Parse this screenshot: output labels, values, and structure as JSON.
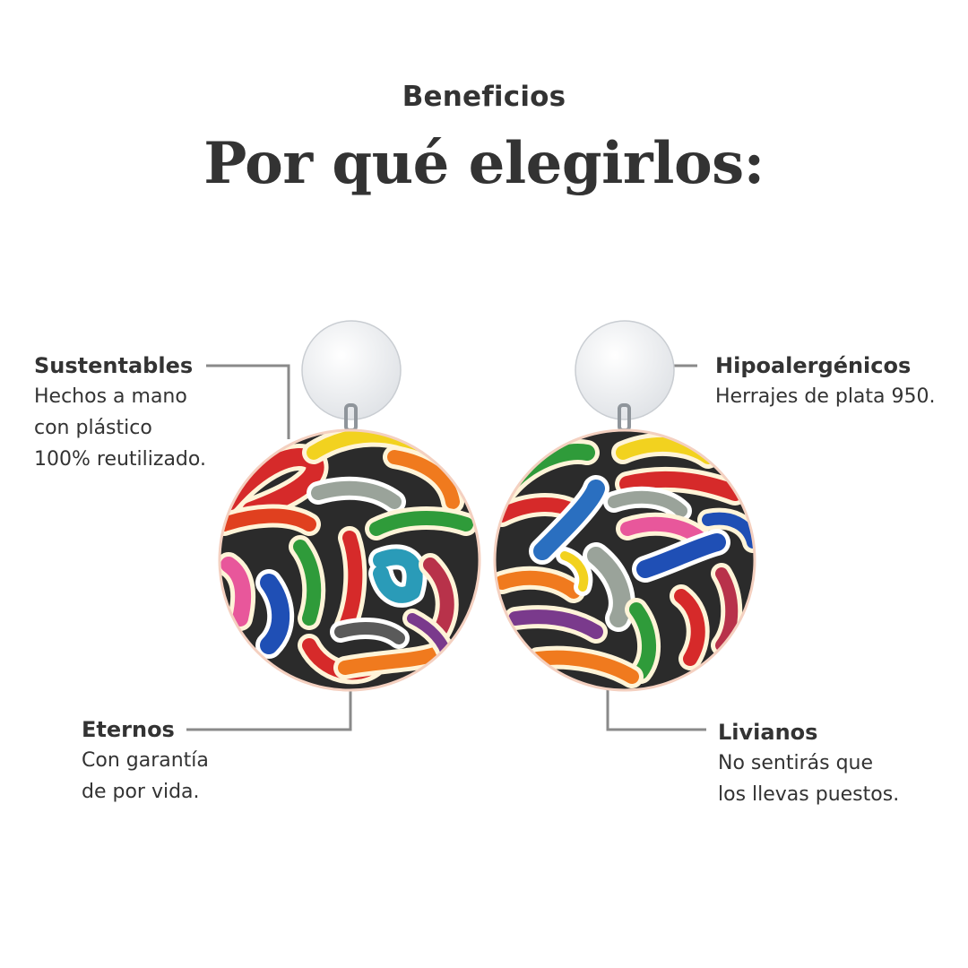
{
  "header": {
    "eyebrow": "Beneficios",
    "title": "Por qué elegirlos:"
  },
  "benefits": [
    {
      "title": "Sustentables",
      "text": "Hechos a mano\ncon plástico\n100% reutilizado."
    },
    {
      "title": "Hipoalergénicos",
      "text": "Herrajes de plata 950."
    },
    {
      "title": "Eternos",
      "text": "Con garantía\nde por vida."
    },
    {
      "title": "Livianos",
      "text": "No sentirás que\nlos llevas puestos."
    }
  ],
  "colors": {
    "text": "#333333",
    "leader_line": "#8a8a8a",
    "stud": "#e9ebee",
    "swirl_palette": [
      "#d62a2a",
      "#1f4fb5",
      "#f2d21f",
      "#2f9b3a",
      "#f07a1e",
      "#e8579b",
      "#2a9bb8",
      "#9aa39a",
      "#7a3a8c"
    ]
  },
  "product": {
    "name": "upcycled-plastic-round-earrings",
    "count": 2
  }
}
